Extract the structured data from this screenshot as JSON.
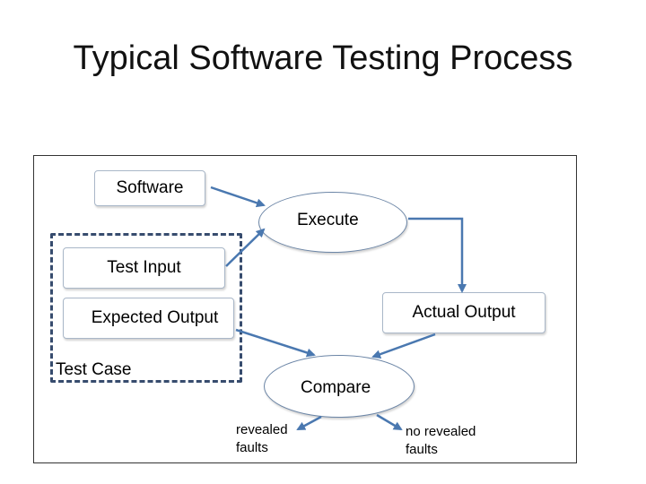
{
  "title": "Typical Software Testing Process",
  "nodes": {
    "software": "Software",
    "execute": "Execute",
    "test_input": "Test Input",
    "expected_output": "Expected Output",
    "actual_output": "Actual Output",
    "test_case": "Test  Case",
    "compare": "Compare"
  },
  "outcomes": {
    "revealed": "revealed faults",
    "no_revealed": "no revealed faults"
  },
  "colors": {
    "arrow": "#4a78b0",
    "dashed_border": "#374c6e",
    "box_border": "#a9b7c8"
  }
}
